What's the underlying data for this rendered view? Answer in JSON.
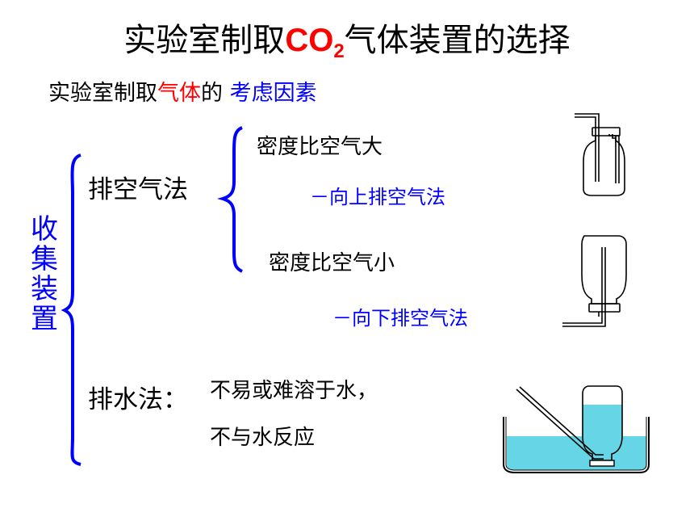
{
  "title": {
    "prefix": "实验室制取",
    "formula_main": "CO",
    "formula_sub": "2",
    "suffix": "气体装置的选择"
  },
  "subtitle": {
    "part1": "实验室制取",
    "part2": "气体",
    "part3": "的 ",
    "part4": "考虑因素"
  },
  "collection_label": [
    "收",
    "集",
    "装",
    "置"
  ],
  "air_method": {
    "label": "排空气法",
    "denser": "密度比空气大",
    "upward": "－向上排空气法",
    "lighter": "密度比空气小",
    "downward": "－向下排空气法"
  },
  "water_method": {
    "label": "排水法：",
    "line1": "不易或难溶于水，",
    "line2": "不与水反应"
  },
  "colors": {
    "accent_red": "#ff0000",
    "accent_blue": "#0000ff",
    "water": "#66d6e6"
  }
}
